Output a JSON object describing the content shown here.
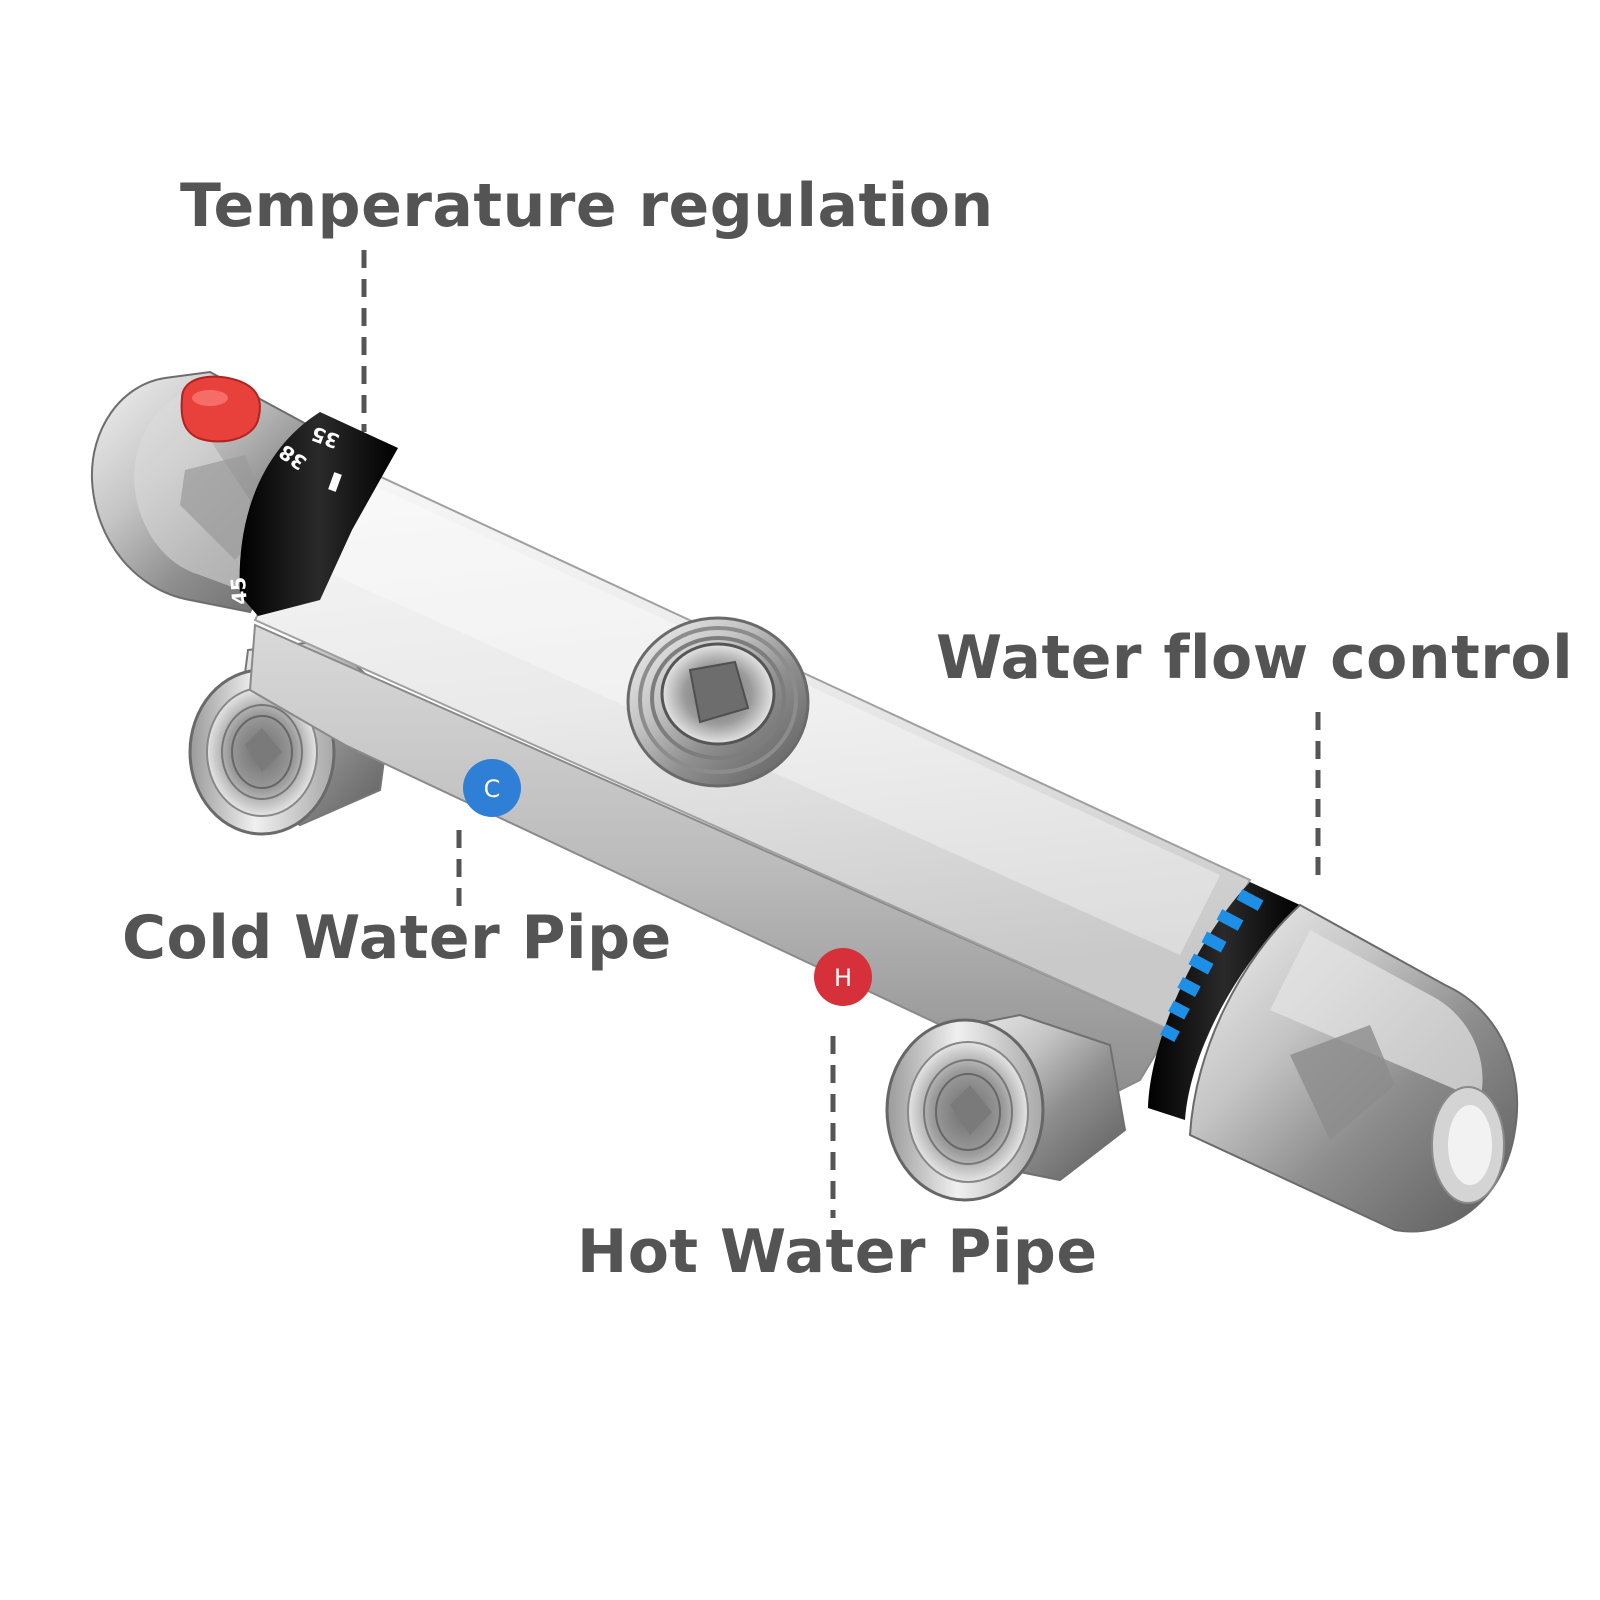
{
  "labels": {
    "temperature": "Temperature regulation",
    "flow": "Water flow control",
    "cold": "Cold Water Pipe",
    "hot": "Hot Water Pipe"
  },
  "dial": {
    "mark_35": "35",
    "mark_38": "38",
    "mark_45": "45"
  },
  "badges": {
    "cold": "C",
    "hot": "H"
  },
  "colors": {
    "label_text": "#545454",
    "leader_line": "#555555",
    "temp_knob_red": "#e8413c",
    "cold_badge": "#2f7fd6",
    "hot_badge": "#d6303a",
    "flow_scale_blue": "#1e8fe6",
    "dial_band": "#111111"
  }
}
